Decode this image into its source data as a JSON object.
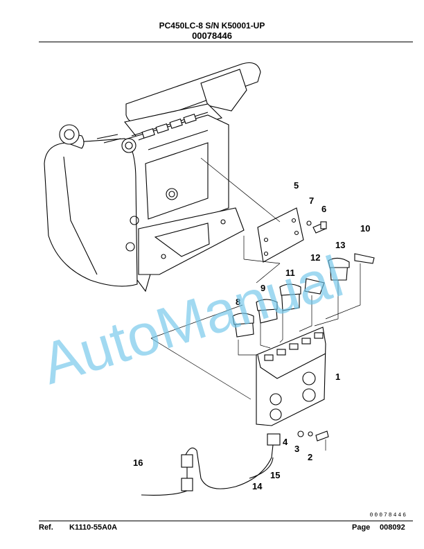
{
  "header": {
    "title": "PC450LC-8 S/N K50001-UP",
    "subtitle": "00078446"
  },
  "doc_code": "00078446",
  "footer": {
    "ref_label": "Ref.",
    "ref_value": "K1110-55A0A",
    "page_label": "Page",
    "page_value": "008092"
  },
  "watermark": "AutoManual",
  "callouts": [
    "1",
    "2",
    "3",
    "4",
    "5",
    "6",
    "7",
    "8",
    "9",
    "10",
    "11",
    "12",
    "13",
    "14",
    "15",
    "16"
  ]
}
